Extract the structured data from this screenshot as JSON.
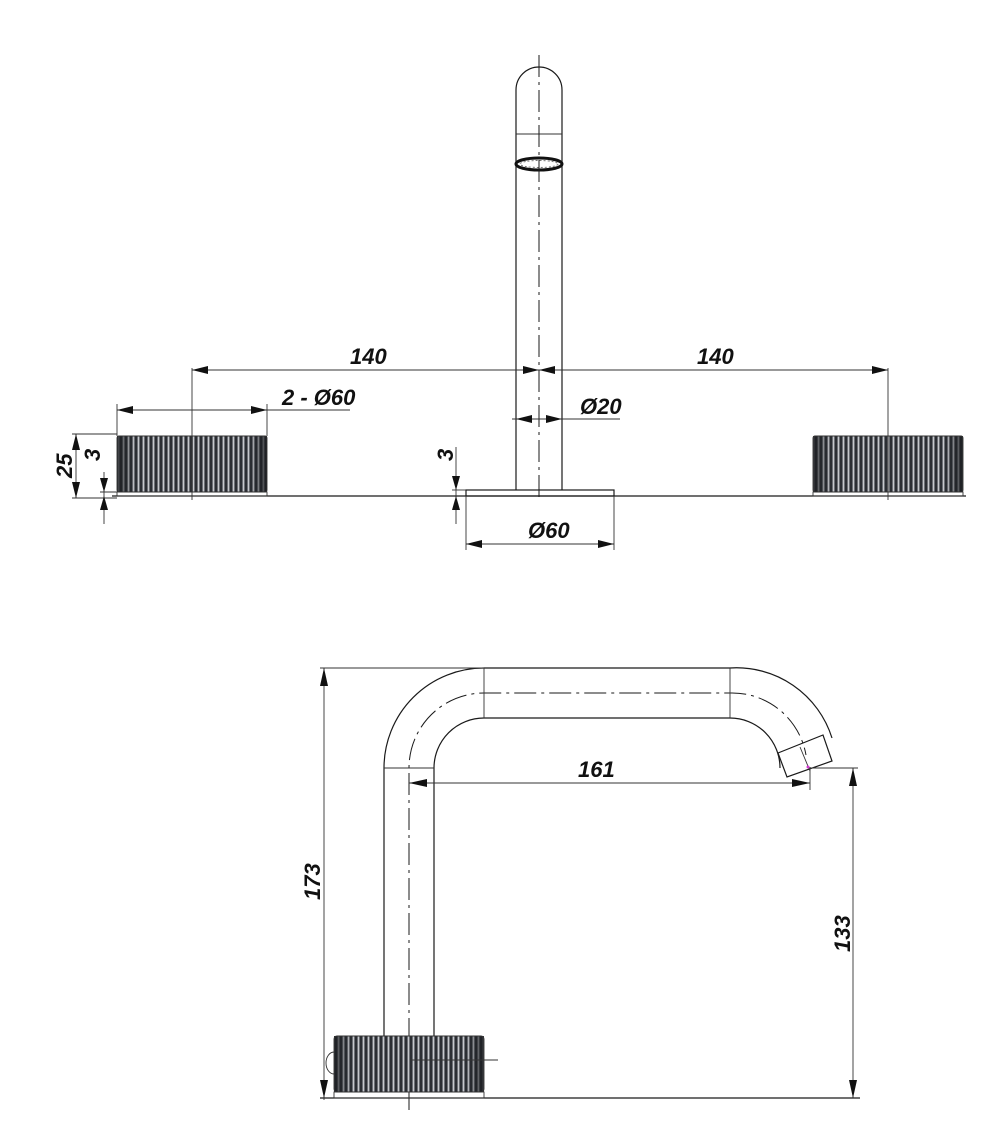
{
  "drawing": {
    "front_view": {
      "dimensions": {
        "left_spacing": "140",
        "right_spacing": "140",
        "handle_diameter": "2 - Ø60",
        "spout_diameter": "Ø20",
        "base_diameter": "Ø60",
        "handle_height": "25",
        "handle_base_height": "3",
        "spout_base_height": "3"
      }
    },
    "side_view": {
      "dimensions": {
        "total_height": "173",
        "spout_reach": "161",
        "spout_outlet_height": "133"
      }
    },
    "colors": {
      "line": "#1a1a1a",
      "knurl_dark": "#2b2e33",
      "knurl_light": "#8a8d92",
      "background": "#ffffff"
    }
  }
}
